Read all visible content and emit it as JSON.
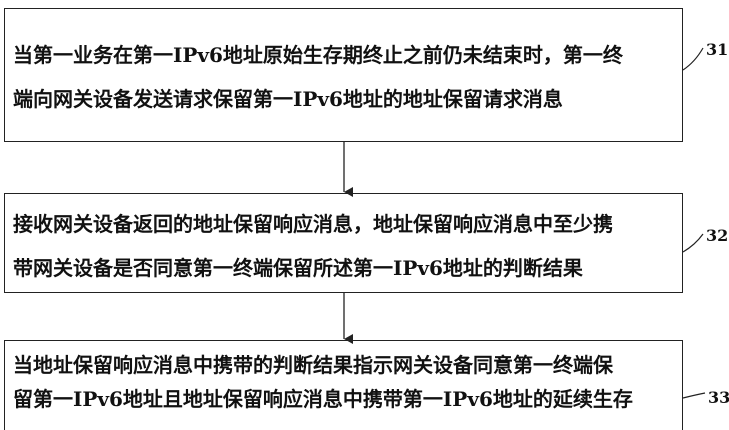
{
  "steps": [
    {
      "id": "31",
      "lines": [
        "当第一业务在第一IPv6地址原始生存期终止之前仍未结束时，第一终",
        "端向网关设备发送请求保留第一IPv6地址的地址保留请求消息"
      ]
    },
    {
      "id": "32",
      "lines": [
        "接收网关设备返回的地址保留响应消息，地址保留响应消息中至少携",
        "带网关设备是否同意第一终端保留所述第一IPv6地址的判断结果"
      ]
    },
    {
      "id": "33",
      "lines": [
        "当地址保留响应消息中携带的判断结果指示网关设备同意第一终端保",
        "留第一IPv6地址且地址保留响应消息中携带第一IPv6地址的延续生存"
      ]
    }
  ]
}
